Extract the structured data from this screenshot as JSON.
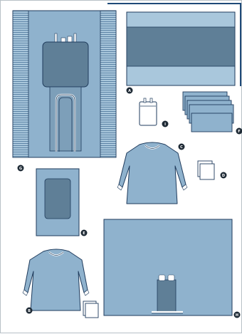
{
  "badges": {
    "a": "A",
    "b": "B",
    "c": "C",
    "d": "D",
    "e": "E",
    "f": "F",
    "g": "G",
    "h": "H",
    "i": "I"
  },
  "colors": {
    "fabric": "#8fb2cd",
    "fabric_light": "#a9c7dc",
    "panel_dark": "#5f7f97",
    "outline": "#1f3b5c",
    "badge": "#1e2a35"
  }
}
